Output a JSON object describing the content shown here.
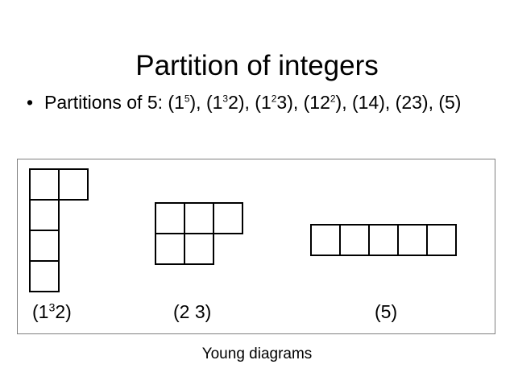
{
  "slide": {
    "title": "Partition of integers",
    "bullet": {
      "marker": "•",
      "line1_prefix": "Partitions of 5: (1",
      "sup1": "5",
      "seg2": "), (1",
      "sup2": "3",
      "seg3": "2), (1",
      "sup3": "2",
      "seg4": "3), (12",
      "sup4": "2",
      "seg5": "), (14), (23), (5)",
      "full_text": "Partitions of 5: (1^5), (1^3 2), (1^2 3), (12^2), (14), (23), (5)"
    },
    "figure": {
      "caption": "Young diagrams",
      "diagrams": [
        {
          "id": "diagram-1",
          "label_prefix": "(1",
          "label_sup": "3",
          "label_suffix": "2)",
          "partition": [
            2,
            1,
            1,
            1
          ],
          "rows": [
            2,
            1,
            1,
            1
          ]
        },
        {
          "id": "diagram-2",
          "label_prefix": "(2 3)",
          "label_sup": "",
          "label_suffix": "",
          "partition": [
            3,
            2
          ],
          "rows": [
            3,
            2
          ]
        },
        {
          "id": "diagram-3",
          "label_prefix": "(5)",
          "label_sup": "",
          "label_suffix": "",
          "partition": [
            5
          ],
          "rows": [
            5
          ]
        }
      ]
    },
    "colors": {
      "text": "#000000",
      "background": "#ffffff",
      "frame_border": "#7f7f7f",
      "cell_border": "#000000"
    }
  }
}
